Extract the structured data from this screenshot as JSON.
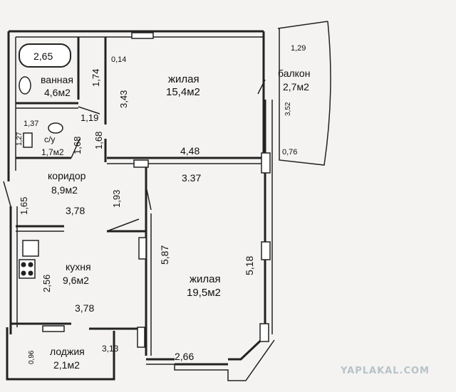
{
  "rooms": {
    "bathroom": {
      "area": "2,65",
      "name": "ванная",
      "size": "4,6м2"
    },
    "living1": {
      "name": "жилая",
      "size": "15,4м2"
    },
    "balcony": {
      "name": "балкон",
      "size": "2,7м2"
    },
    "wc": {
      "name": "с/у",
      "size": "1,7м2"
    },
    "corridor": {
      "name": "коридор",
      "size": "8,9м2"
    },
    "kitchen": {
      "name": "кухня",
      "size": "9,6м2"
    },
    "living2": {
      "name": "жилая",
      "size": "19,5м2"
    },
    "loggia": {
      "name": "лоджия",
      "size": "2,1м2"
    }
  },
  "dims": {
    "d_014": "0,14",
    "d_174": "1,74",
    "d_343": "3,43",
    "d_129": "1,29",
    "d_352": "3,52",
    "d_076": "0,76",
    "d_119": "1,19",
    "d_137": "1,37",
    "d_127": "1,27",
    "d_168a": "1,68",
    "d_168b": "1,68",
    "d_448": "4,48",
    "d_337": "3.37",
    "d_193": "1,93",
    "d_165": "1,65",
    "d_378a": "3,78",
    "d_587": "5,87",
    "d_518": "5,18",
    "d_256": "2,56",
    "d_378b": "3,78",
    "d_313": "3,13",
    "d_096": "0,96",
    "d_266": "2,66"
  },
  "watermark": "YAPLAKAL.COM"
}
